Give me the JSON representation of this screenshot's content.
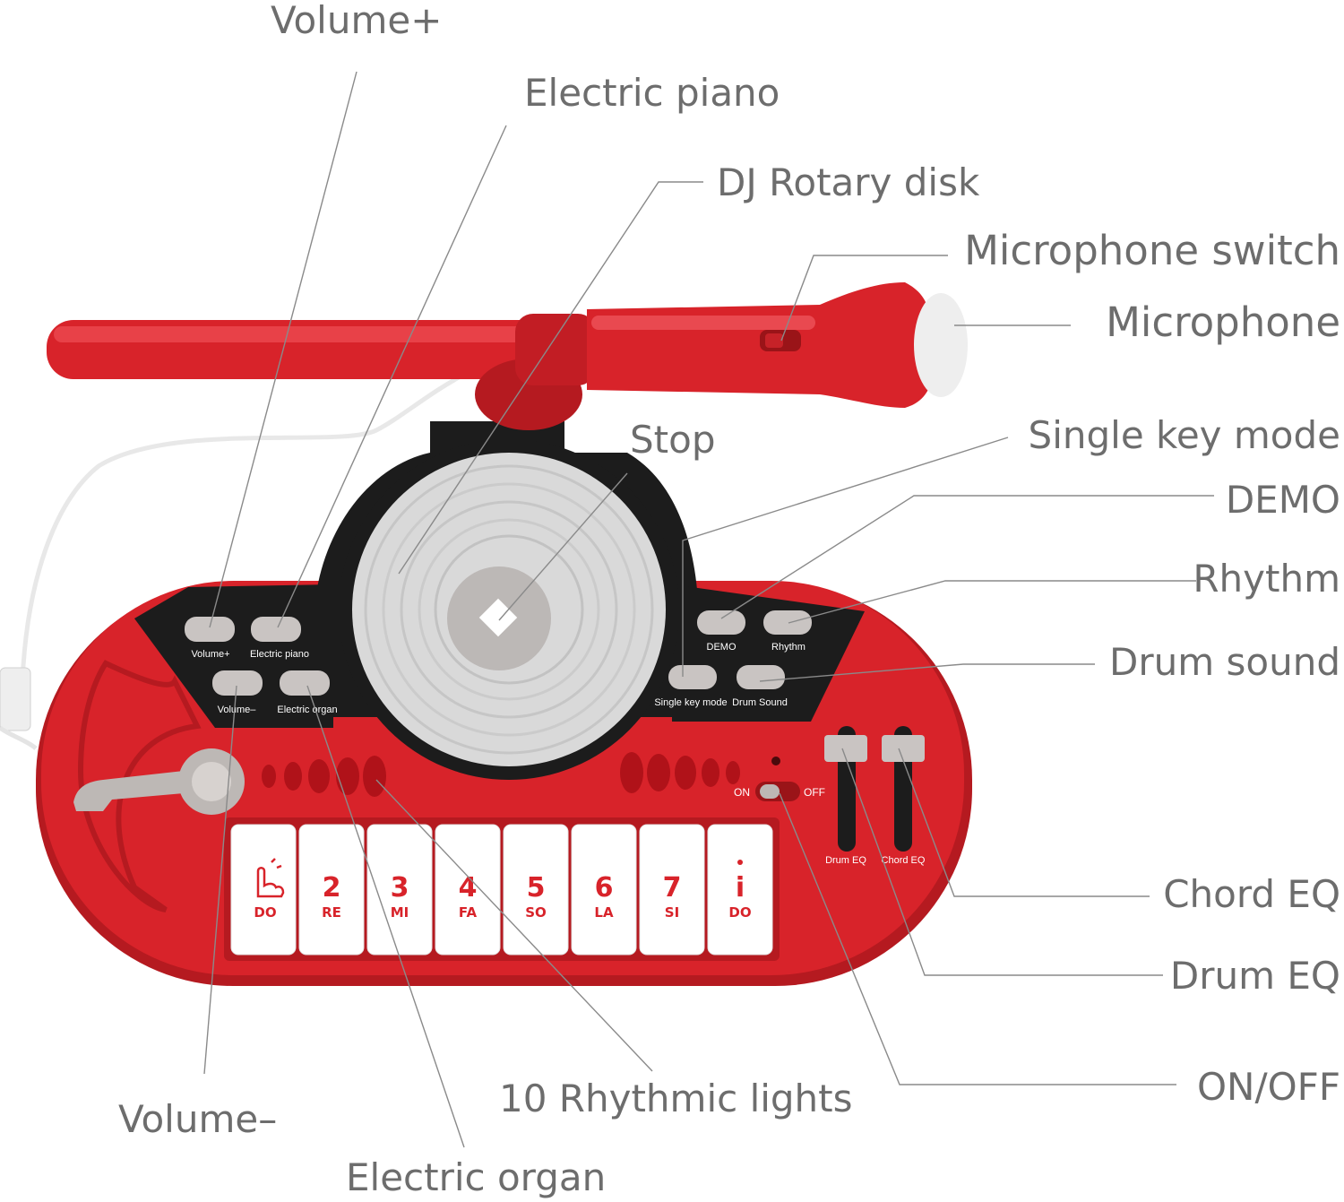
{
  "colors": {
    "body_red": "#d8232a",
    "dark_red": "#b51a20",
    "panel_black": "#1c1c1c",
    "button_grey": "#c9c4c2",
    "disk_silver": "#d9d9d9",
    "label_grey": "#6d6d6d",
    "light_red": "#8e0f14"
  },
  "callouts": {
    "volume_plus": "Volume+",
    "electric_piano": "Electric piano",
    "dj_rotary_disk": "DJ Rotary disk",
    "microphone_switch": "Microphone switch",
    "microphone": "Microphone",
    "stop": "Stop",
    "single_key_mode": "Single key mode",
    "demo": "DEMO",
    "rhythm": "Rhythm",
    "drum_sound": "Drum sound",
    "chord_eq": "Chord EQ",
    "drum_eq": "Drum EQ",
    "on_off": "ON/OFF",
    "rhythmic_lights": "10 Rhythmic lights",
    "volume_minus": "Volume–",
    "electric_organ": "Electric organ"
  },
  "panel_labels": {
    "volume_plus": "Volume+",
    "electric_piano": "Electric piano",
    "volume_minus": "Volume–",
    "electric_organ": "Electric organ",
    "demo": "DEMO",
    "rhythm": "Rhythm",
    "single_key_mode": "Single key mode",
    "drum_sound": "Drum Sound",
    "drum_eq": "Drum EQ",
    "chord_eq": "Chord EQ",
    "on": "ON",
    "off": "OFF"
  },
  "keys": [
    {
      "number": "",
      "note": "DO",
      "icon": "hand-icon"
    },
    {
      "number": "2",
      "note": "RE"
    },
    {
      "number": "3",
      "note": "MI"
    },
    {
      "number": "4",
      "note": "FA"
    },
    {
      "number": "5",
      "note": "SO"
    },
    {
      "number": "6",
      "note": "LA"
    },
    {
      "number": "7",
      "note": "SI"
    },
    {
      "number": "i",
      "note": "DO"
    }
  ]
}
